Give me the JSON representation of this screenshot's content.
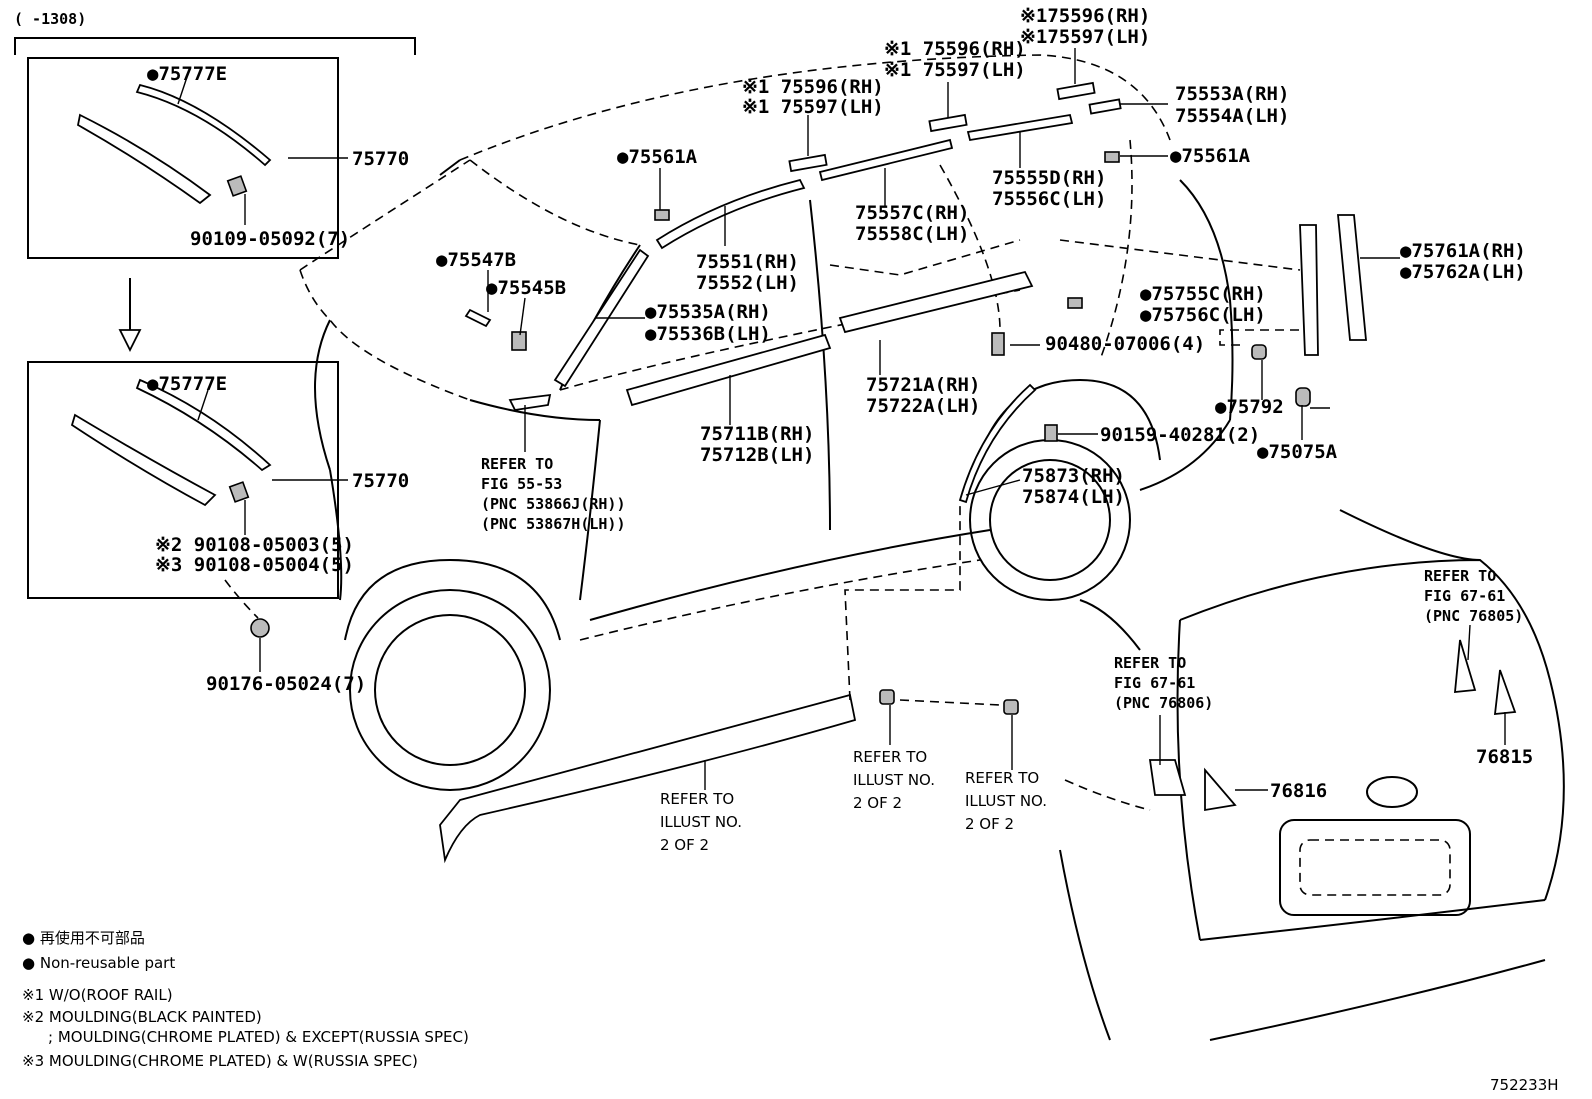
{
  "diagram": {
    "range_note": "(   -1308)",
    "figure_code": "752233H",
    "labels": {
      "p75777E_top": "●75777E",
      "p75770_top": "75770",
      "p90109": "90109-05092(7)",
      "p75777E_bot": "●75777E",
      "p75770_bot": "75770",
      "p90108_05003": "※2 90108-05003(5)",
      "p90108_05004": "※3 90108-05004(5)",
      "p90176": "90176-05024(7)",
      "p75547B": "●75547B",
      "p75545B": "●75545B",
      "p75561A_l": "●75561A",
      "p75535A": "●75535A(RH)",
      "p75536B": "●75536B(LH)",
      "p75551": "75551(RH)",
      "p75552": "75552(LH)",
      "p75596_a": "※1 75596(RH)",
      "p75597_a": "※1 75597(LH)",
      "p75596_b": "※1 75596(RH)",
      "p75597_b": "※1 75597(LH)",
      "p75596_c": "※175596(RH)",
      "p75597_c": "※175597(LH)",
      "p75553A": "75553A(RH)",
      "p75554A": "75554A(LH)",
      "p75561A_r": "●75561A",
      "p75557C": "75557C(RH)",
      "p75558C": "75558C(LH)",
      "p75555D": "75555D(RH)",
      "p75556C": "75556C(LH)",
      "p75761A": "●75761A(RH)",
      "p75762A": "●75762A(LH)",
      "p75755C": "●75755C(RH)",
      "p75756C": "●75756C(LH)",
      "p90480": "90480-07006(4)",
      "p75792": "●75792",
      "p75075A": "●75075A",
      "p90159": "90159-40281(2)",
      "p75721A": "75721A(RH)",
      "p75722A": "75722A(LH)",
      "p75711B": "75711B(RH)",
      "p75712B": "75712B(LH)",
      "p75873": "75873(RH)",
      "p75874": "75874(LH)",
      "p76816": "76816",
      "p76815": "76815"
    },
    "refs": {
      "fig5553": [
        "REFER TO",
        "FIG 55-53",
        "(PNC 53866J(RH))",
        "(PNC 53867H(LH))"
      ],
      "illust_a": [
        "REFER TO",
        "ILLUST NO.",
        "2 OF 2"
      ],
      "illust_b": [
        "REFER TO",
        "ILLUST NO.",
        "2 OF 2"
      ],
      "illust_c": [
        "REFER TO",
        "ILLUST NO.",
        "2 OF 2"
      ],
      "fig6761_a": [
        "REFER TO",
        "FIG 67-61",
        "(PNC 76806)"
      ],
      "fig6761_b": [
        "REFER TO",
        "FIG 67-61",
        "(PNC 76805)"
      ]
    },
    "legend": {
      "l1": "● 再使用不可部品",
      "l2": "● Non-reusable part",
      "n1": "※1 W/O(ROOF RAIL)",
      "n2": "※2 MOULDING(BLACK PAINTED)",
      "n2b": "; MOULDING(CHROME PLATED) & EXCEPT(RUSSIA SPEC)",
      "n3": "※3 MOULDING(CHROME PLATED) & W(RUSSIA SPEC)"
    }
  }
}
